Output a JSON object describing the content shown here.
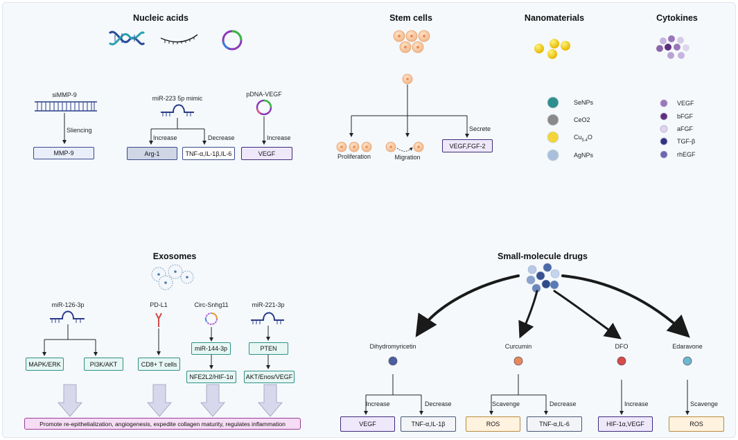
{
  "headers": {
    "nucleic": "Nucleic acids",
    "stem": "Stem cells",
    "nano": "Nanomaterials",
    "cytokines": "Cytokines",
    "exosomes": "Exosomes",
    "small": "Small-molecule drugs"
  },
  "nucleic": {
    "simmp9": {
      "label": "siMMP-9",
      "edge": "Sliencing",
      "target": "MMP-9"
    },
    "mir223": {
      "label": "miR-223 5p mimic",
      "left_edge": "Increase",
      "right_edge": "Decrease",
      "left_target": "Arg-1",
      "right_target": "TNF-α,IL-1β,IL-6"
    },
    "pdna": {
      "label": "pDNA-VEGF",
      "edge": "Increase",
      "target": "VEGF"
    }
  },
  "stem": {
    "proliferation": "Proliferation",
    "migration": "Migration",
    "secrete": "Secrete",
    "secrete_target": "VEGF,FGF-2"
  },
  "nano": {
    "items": [
      {
        "name": "SeNPs",
        "color": "#2f8f8f"
      },
      {
        "name": "CeO2",
        "color": "#8a8a8a"
      },
      {
        "name": "Cu",
        "sub": "5.4",
        "suffix": "O",
        "color": "#f3d43a"
      },
      {
        "name": "AgNPs",
        "color": "#a9bfdc"
      }
    ]
  },
  "cytokines": {
    "items": [
      {
        "name": "VEGF",
        "color": "#9a77b8"
      },
      {
        "name": "bFGF",
        "color": "#5e2f7e"
      },
      {
        "name": "aFGF",
        "color": "#ded6ea"
      },
      {
        "name": "TGF-β",
        "color": "#2e3580"
      },
      {
        "name": "rhEGF",
        "color": "#6f66b0"
      }
    ]
  },
  "exosomes": {
    "mir126": {
      "label": "miR-126-3p",
      "left_target": "MAPK/ERK",
      "right_target": "PI3K/AKT"
    },
    "pdl1": {
      "label": "PD-L1",
      "target": "CD8+ T cells"
    },
    "circ": {
      "label": "Circ-Snhg11",
      "mid": "miR-144-3p",
      "target": "NFE2L2/HIF-1α"
    },
    "mir221": {
      "label": "miR-221-3p",
      "mid": "PTEN",
      "target": "AKT/Enos/VEGF"
    },
    "outcome": "Promote re-epithelialization, angiogenesis, expedite collagen maturity, regulates inflammation"
  },
  "small": {
    "drugs": [
      {
        "name": "Dihydromyricetin",
        "color": "#4a5fa0",
        "left_edge": "Increase",
        "right_edge": "Decrease",
        "left_target": "VEGF",
        "right_target": "TNF-α,IL-1β"
      },
      {
        "name": "Curcumin",
        "color": "#e9875a",
        "left_edge": "Scavenge",
        "right_edge": "Decrease",
        "left_target": "ROS",
        "right_target": "TNF-α,IL-6"
      },
      {
        "name": "DFO",
        "color": "#d94a4a",
        "edge": "Increase",
        "target": "HIF-1α,VEGF"
      },
      {
        "name": "Edaravone",
        "color": "#6fb6cf",
        "edge": "Scavenge",
        "target": "ROS"
      }
    ]
  }
}
